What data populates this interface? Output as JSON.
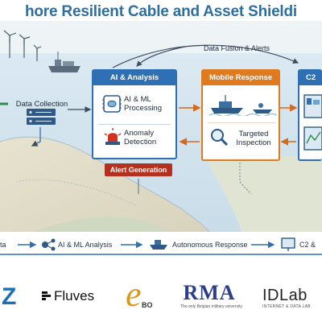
{
  "title": "hore Resilient Cable and Asset Shieldi",
  "scene": {
    "fusion_label": "Data Fusion & Alerts",
    "data_collection": "Data Collection",
    "ai_box": {
      "header": "AI & Analysis",
      "processing": [
        "AI & ML",
        "Processing"
      ],
      "anomaly": [
        "Anomaly",
        "Detection"
      ],
      "alert": "Alert Generation"
    },
    "mobile_box": {
      "header": "Mobile Response",
      "targeted": [
        "Targeted",
        "Inspection"
      ]
    },
    "c2_box": {
      "header": "C2"
    }
  },
  "flow": {
    "items": [
      "ta",
      "AI & ML Analysis",
      "Autonomous Response",
      "C2 &"
    ]
  },
  "logos": {
    "fluves": "Fluves",
    "ebo": "BO",
    "rma": "RMA",
    "rma_tag": "The only Belgian military university",
    "idlab": "IDLab",
    "idlab_tag": "INTERNET & DATA LAB"
  },
  "colors": {
    "title": "#2f6f9f",
    "ai_header": "#2f6fb3",
    "mobile_header": "#e07a1f",
    "c2_header": "#2f6fb3",
    "alert": "#b5311f",
    "ebo": "#d99a1c",
    "rma": "#2b3e8c"
  },
  "icons": [
    "wind-turbine-icon",
    "cargo-ship-icon",
    "server-rack-icon",
    "brain-chip-icon",
    "alarm-siren-icon",
    "patrol-boat-icon",
    "jet-ski-icon",
    "magnifier-icon",
    "monitor-icon",
    "network-icon"
  ]
}
